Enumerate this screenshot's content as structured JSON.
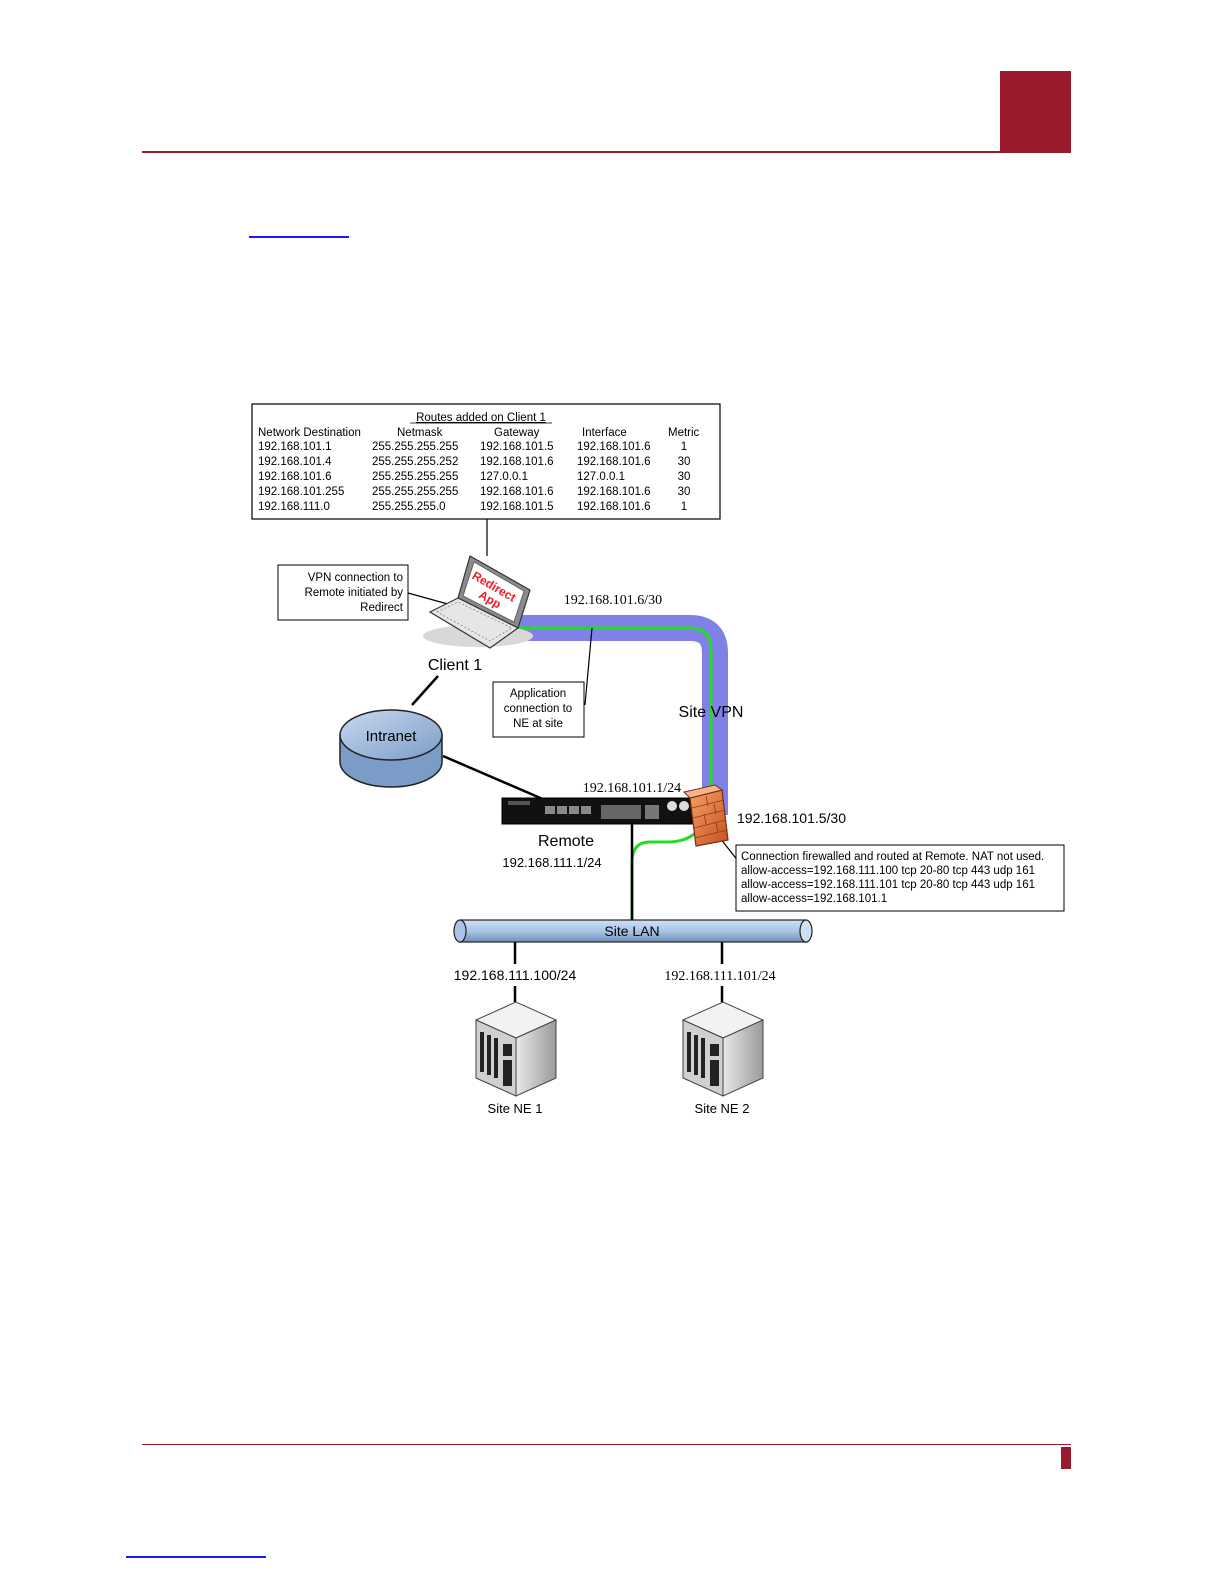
{
  "routes_table": {
    "title": "Routes added on Client 1",
    "headers": [
      "Network Destination",
      "Netmask",
      "Gateway",
      "Interface",
      "Metric"
    ],
    "rows": [
      [
        "192.168.101.1",
        "255.255.255.255",
        "192.168.101.5",
        "192.168.101.6",
        "1"
      ],
      [
        "192.168.101.4",
        "255.255.255.252",
        "192.168.101.6",
        "192.168.101.6",
        "30"
      ],
      [
        "192.168.101.6",
        "255.255.255.255",
        "127.0.0.1",
        "127.0.0.1",
        "30"
      ],
      [
        "192.168.101.255",
        "255.255.255.255",
        "192.168.101.6",
        "192.168.101.6",
        "30"
      ],
      [
        "192.168.111.0",
        "255.255.255.0",
        "192.168.101.5",
        "192.168.101.6",
        "1"
      ]
    ]
  },
  "vpn_callout": [
    "VPN connection to",
    "Remote initiated by",
    "Redirect"
  ],
  "laptop_screen": [
    "Redirect",
    "App"
  ],
  "client_label": "Client 1",
  "client_ip": "192.168.101.6/30",
  "app_callout": [
    "Application",
    "connection to",
    "NE at site"
  ],
  "site_vpn_label": "Site VPN",
  "intranet_label": "Intranet",
  "remote_ip_top": "192.168.101.1/24",
  "remote_label": "Remote",
  "remote_ip_lan": "192.168.111.1/24",
  "firewall_ip": "192.168.101.5/30",
  "firewall_callout": [
    "Connection firewalled and routed at Remote. NAT not used.",
    "allow-access=192.168.111.100 tcp 20-80 tcp 443 udp 161",
    "allow-access=192.168.111.101 tcp 20-80 tcp 443 udp 161",
    "allow-access=192.168.101.1"
  ],
  "site_lan_label": "Site LAN",
  "ne1": {
    "ip": "192.168.111.100/24",
    "label": "Site NE 1"
  },
  "ne2": {
    "ip": "192.168.111.101/24",
    "label": "Site NE 2"
  },
  "colors": {
    "brand": "#9b1b2e",
    "vpn_tunnel": "#8080e8",
    "app_path": "#22dd22",
    "lan_pipe": "#a9c4e6",
    "firewall": "#e8743b",
    "link": "#1a1aff"
  }
}
